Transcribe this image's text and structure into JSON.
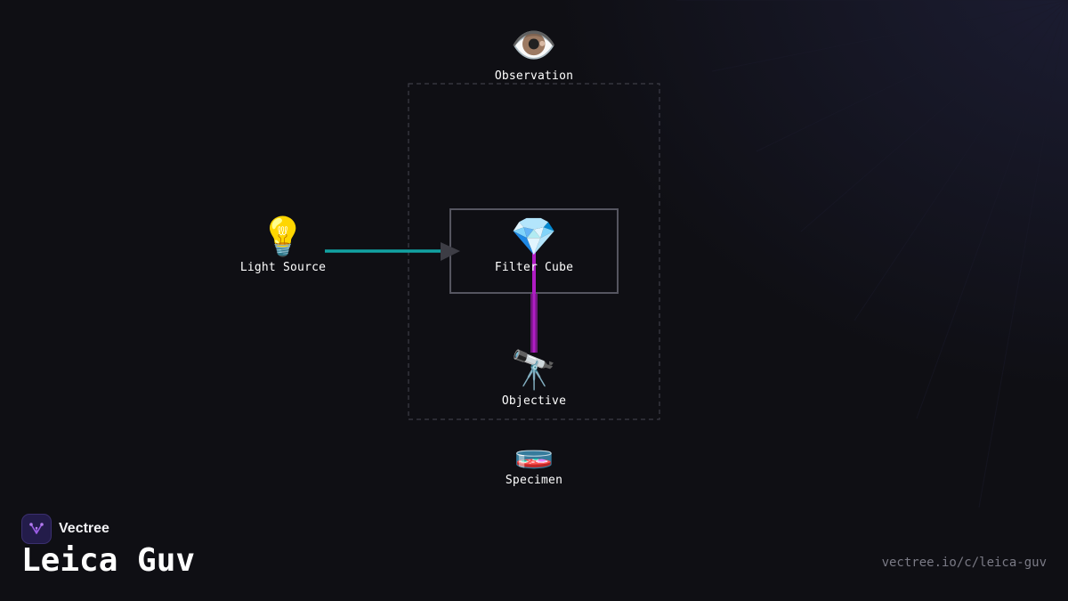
{
  "diagram": {
    "nodes": {
      "observation": {
        "label": "Observation",
        "icon": "eye-icon",
        "glyph": "👁️"
      },
      "light_source": {
        "label": "Light Source",
        "icon": "light-bulb-icon",
        "glyph": "💡"
      },
      "filter_cube": {
        "label": "Filter Cube",
        "icon": "gem-icon",
        "glyph": "💎"
      },
      "objective": {
        "label": "Objective",
        "icon": "telescope-icon",
        "glyph": "🔭"
      },
      "specimen": {
        "label": "Specimen",
        "icon": "petri-dish-icon",
        "glyph": "🧫"
      }
    },
    "edges": [
      {
        "from": "light_source",
        "to": "filter_cube",
        "color": "#12a3a3"
      },
      {
        "from": "filter_cube",
        "to": "objective",
        "color": "#b01cc4"
      }
    ],
    "colors": {
      "excitation_beam": "#12a3a3",
      "emission_beam": "#b01cc4",
      "frame_border": "#555560",
      "group_border": "#3c3c46"
    }
  },
  "brand": {
    "name": "Vectree",
    "logo_icon": "vectree-logo-icon",
    "logo_color": "#9b5de5"
  },
  "page": {
    "title": "Leica Guv",
    "url": "vectree.io/c/leica-guv"
  }
}
